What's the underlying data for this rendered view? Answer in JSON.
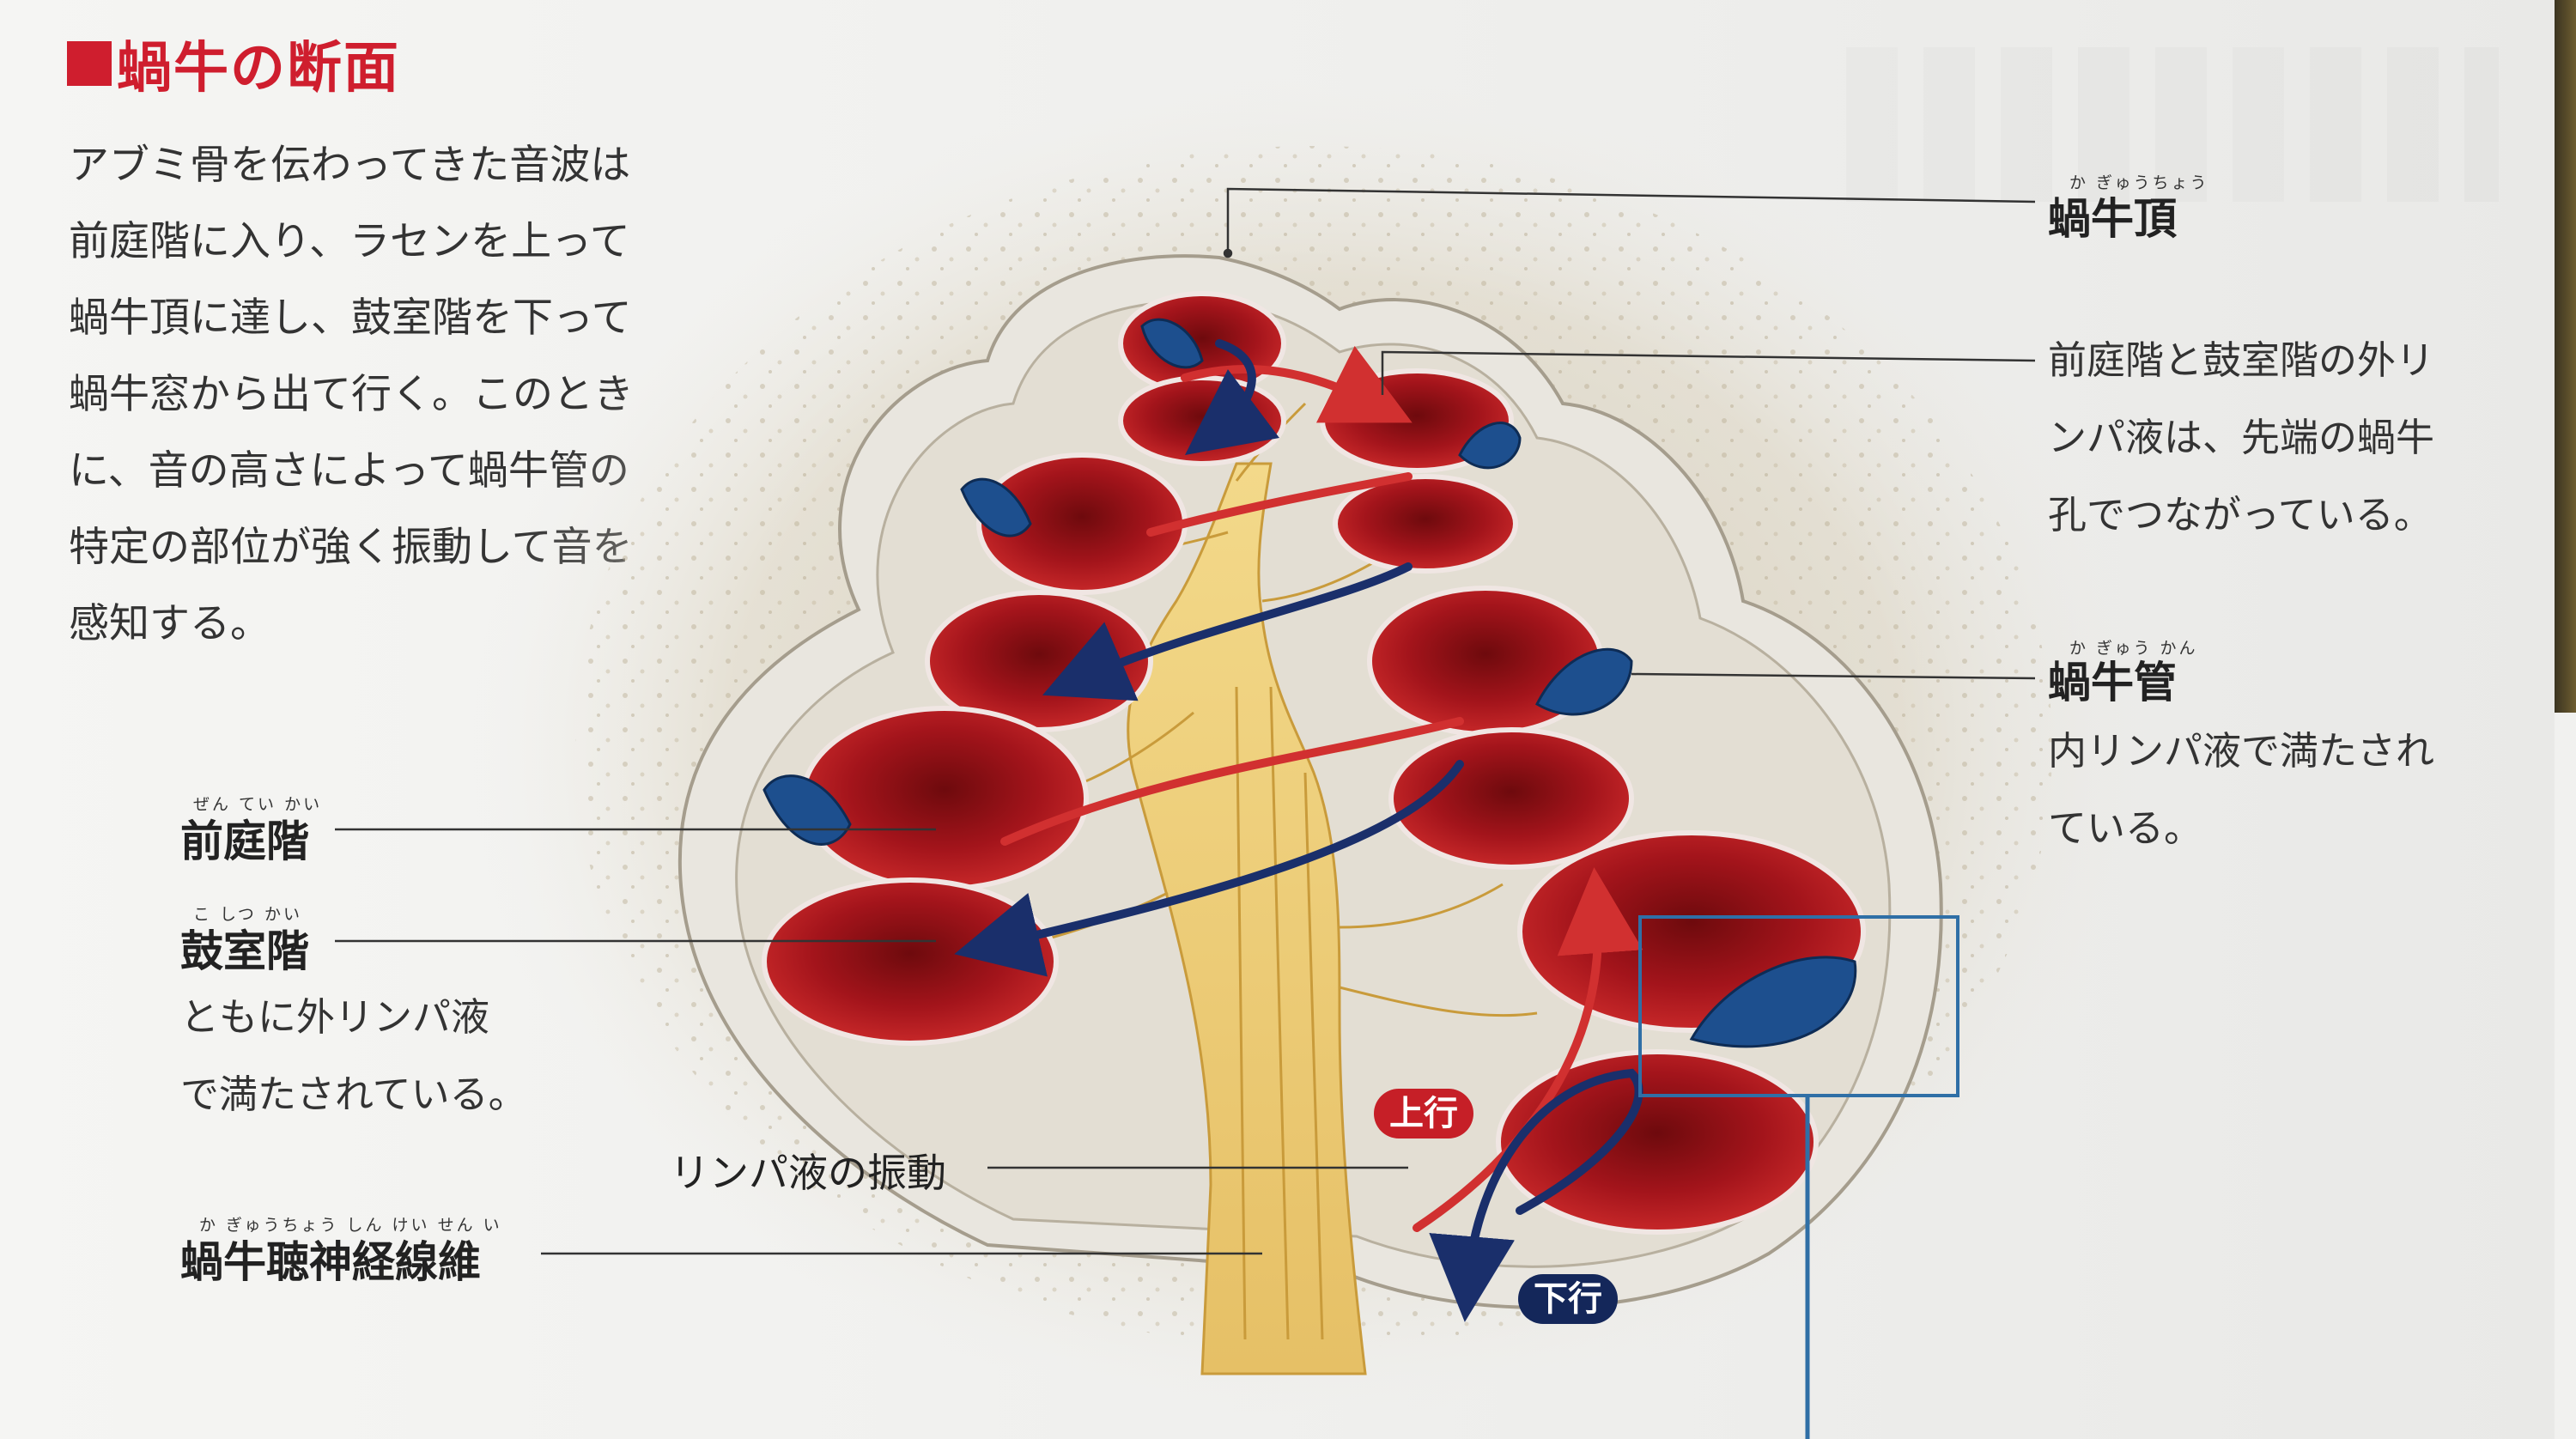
{
  "title": "蝸牛の断面",
  "intro": [
    "アブミ骨を伝わってきた音波は",
    "前庭階に入り、ラセンを上って",
    "蝸牛頂に達し、鼓室階を下って",
    "蝸牛窓から出て行く。このとき",
    "に、音の高さによって蝸牛管の",
    "特定の部位が強く振動して音を",
    "感知する。"
  ],
  "labels": {
    "apex": {
      "text": "蝸牛頂",
      "ruby": "か ぎゅうちょう"
    },
    "perilymph_note": [
      "前庭階と鼓室階の外リ",
      "ンパ液は、先端の蝸牛",
      "孔でつながっている。"
    ],
    "duct": {
      "text": "蝸牛管",
      "ruby": "か ぎゅう かん"
    },
    "duct_note": [
      "内リンパ液で満たされ",
      "ている。"
    ],
    "vestibuli": {
      "text": "前庭階",
      "ruby": "ぜん てい かい"
    },
    "tympani": {
      "text": "鼓室階",
      "ruby": "こ しつ かい"
    },
    "tympani_note": [
      "ともに外リンパ液",
      "で満たされている。"
    ],
    "vibration": "リンパ液の振動",
    "nerve": {
      "text": "蝸牛聴神経線維",
      "ruby": "か ぎゅうちょう しん けい せん い"
    },
    "up": "上行",
    "down": "下行"
  },
  "colors": {
    "title_red": "#cf1e2e",
    "scala_red": "#b3161d",
    "duct_blue": "#1d4f8e",
    "nerve_yellow": "#f2d27a",
    "box_blue": "#2f6fa6",
    "up_badge": "#c61f27",
    "down_badge": "#14275a"
  }
}
